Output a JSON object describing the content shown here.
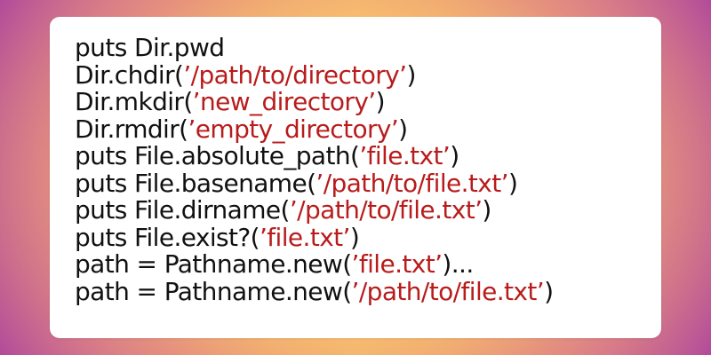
{
  "colors": {
    "background_left": "#b24a9b",
    "background_center": "#f0b86b",
    "card": "#ffffff",
    "code_text": "#111111",
    "string_literal": "#b81c1c"
  },
  "code_lines": [
    {
      "pre": "puts Dir.pwd",
      "str": "",
      "post": ""
    },
    {
      "pre": "Dir.chdir(",
      "str": "’/path/to/directory’",
      "post": ")"
    },
    {
      "pre": "Dir.mkdir(",
      "str": "’new_directory’",
      "post": ")"
    },
    {
      "pre": "Dir.rmdir(",
      "str": "’empty_directory’",
      "post": ")"
    },
    {
      "pre": "puts File.absolute_path(",
      "str": "’file.txt’",
      "post": ")"
    },
    {
      "pre": "puts File.basename(",
      "str": "’/path/to/file.txt’",
      "post": ")"
    },
    {
      "pre": "puts File.dirname(",
      "str": "’/path/to/file.txt’",
      "post": ")"
    },
    {
      "pre": "puts File.exist?(",
      "str": "’file.txt’",
      "post": ")"
    },
    {
      "pre": "path = Pathname.new(",
      "str": "’file.txt’",
      "post": ")..."
    },
    {
      "pre": "path = Pathname.new(",
      "str": "’/path/to/file.txt’",
      "post": ")"
    }
  ]
}
